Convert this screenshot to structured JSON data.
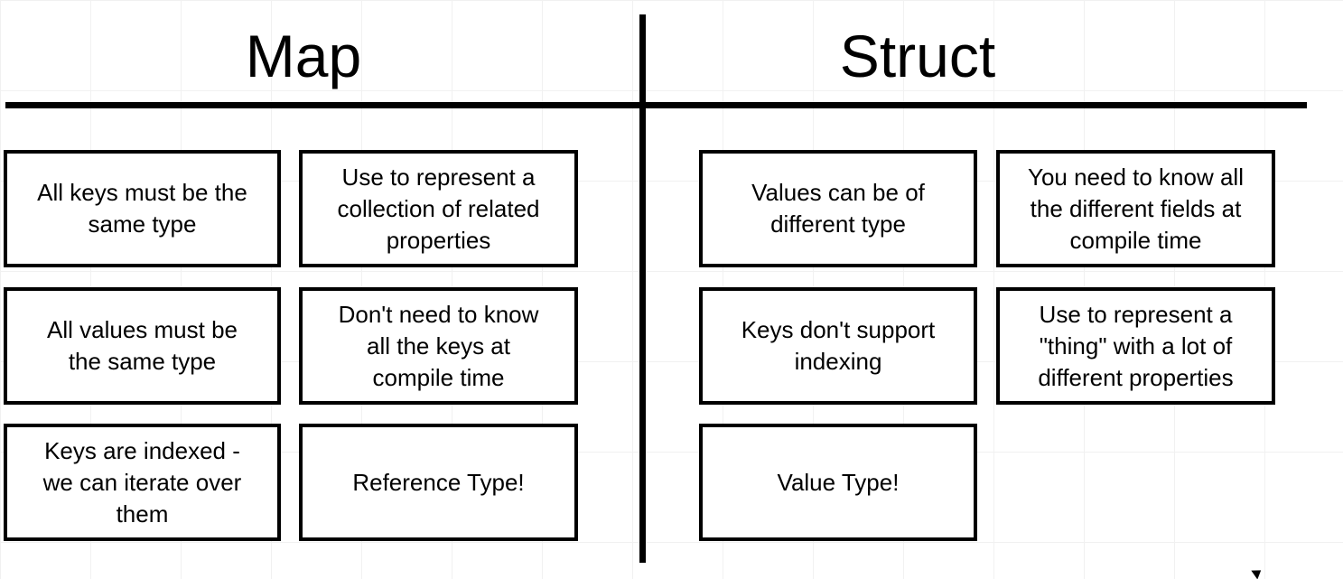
{
  "map": {
    "heading": "Map",
    "cards": [
      {
        "lines": [
          "All keys must be the",
          "same type"
        ]
      },
      {
        "lines": [
          "Use to represent a",
          "collection of related",
          "properties"
        ]
      },
      {
        "lines": [
          "All values must be",
          "the same type"
        ]
      },
      {
        "lines": [
          "Don't need to know",
          "all the keys at",
          "compile time"
        ]
      },
      {
        "lines": [
          "Keys are indexed -",
          "we can iterate over",
          "them"
        ]
      },
      {
        "lines": [
          "Reference Type!"
        ]
      }
    ]
  },
  "struct": {
    "heading": "Struct",
    "cards": [
      {
        "lines": [
          "Values can be of",
          "different type"
        ]
      },
      {
        "lines": [
          "You need to know all",
          "the different fields at",
          "compile time"
        ]
      },
      {
        "lines": [
          "Keys don't support",
          "indexing"
        ]
      },
      {
        "lines": [
          "Use to represent a",
          "\"thing\" with a lot of",
          "different properties"
        ]
      },
      {
        "lines": [
          "Value Type!"
        ]
      }
    ]
  },
  "cursor_icon": "pointer-cursor-icon"
}
